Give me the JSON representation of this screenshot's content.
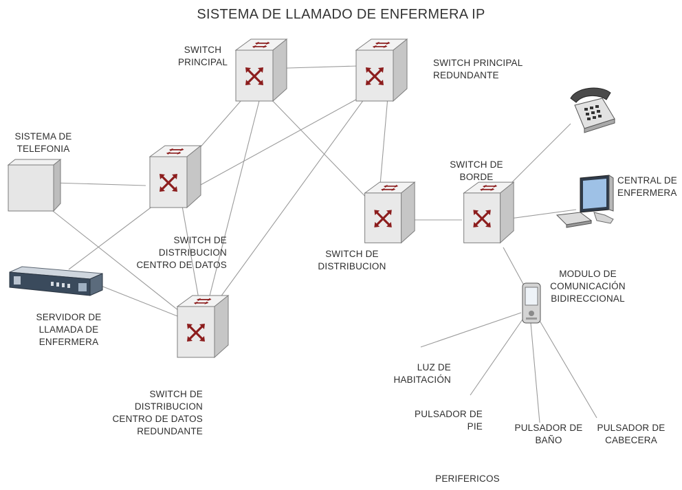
{
  "title": "SISTEMA DE LLAMADO DE ENFERMERA IP",
  "labels": {
    "switch_principal": "SWITCH\nPRINCIPAL",
    "switch_principal_redundante": "SWITCH PRINCIPAL\nREDUNDANTE",
    "sistema_telefonia": "SISTEMA DE\nTELEFONIA",
    "switch_dist_centro_datos": "SWITCH DE\nDISTRIBUCION\nCENTRO DE DATOS",
    "servidor_llamada": "SERVIDOR DE\nLLAMADA DE\nENFERMERA",
    "switch_dist_centro_datos_redundante": "SWITCH DE\nDISTRIBUCION\nCENTRO DE DATOS\nREDUNDANTE",
    "switch_distribucion": "SWITCH DE\nDISTRIBUCION",
    "switch_borde": "SWITCH DE\nBORDE",
    "central_enfermera": "CENTRAL DE\nENFERMERA",
    "modulo_comunicacion": "MODULO DE\nCOMUNICACIÓN\nBIDIRECCIONAL",
    "luz_habitacion": "LUZ DE\nHABITACIÓN",
    "pulsador_pie": "PULSADOR DE\nPIE",
    "pulsador_bano": "PULSADOR DE\nBAÑO",
    "pulsador_cabecera": "PULSADOR DE\nCABECERA",
    "perifericos": "PERIFERICOS"
  },
  "colors": {
    "switch_face": "#ececec",
    "switch_side": "#c9c9c9",
    "switch_arrow": "#8c1d1d",
    "line": "#9a9a9a"
  },
  "icons": {
    "switch": "network-switch-cube-icon",
    "phone": "desk-telephone-icon",
    "computer": "desktop-computer-icon",
    "server": "rack-server-icon",
    "pbx": "telephony-box-icon",
    "pda": "handheld-device-icon"
  }
}
